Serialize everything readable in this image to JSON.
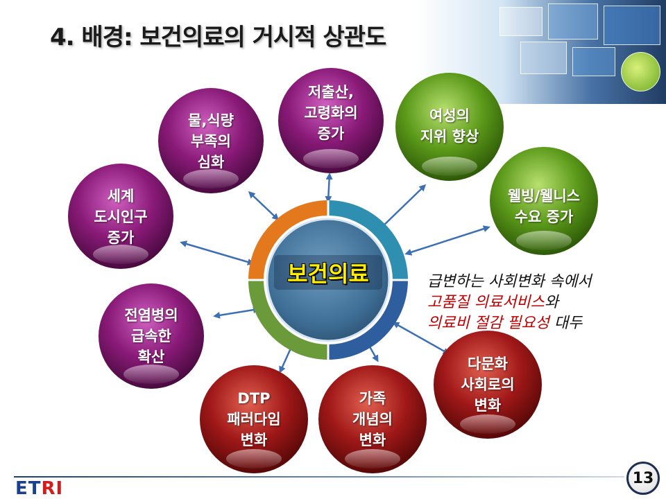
{
  "title": "4. 배경: 보건의료의 거시적 상관도",
  "center": "보건의료",
  "nodes": [
    {
      "id": "water-food",
      "label": "물,식량\n부족의\n심화",
      "color": "purple"
    },
    {
      "id": "birthrate-aging",
      "label": "저출산,\n고령화의\n증가",
      "color": "purple"
    },
    {
      "id": "women-status",
      "label": "여성의\n지위 향상",
      "color": "green"
    },
    {
      "id": "wellbeing",
      "label": "웰빙/웰니스\n수요 증가",
      "color": "green"
    },
    {
      "id": "urban-population",
      "label": "세계\n도시인구\n증가",
      "color": "purple"
    },
    {
      "id": "epidemic",
      "label": "전염병의\n급속한\n확산",
      "color": "purple"
    },
    {
      "id": "dtp-paradigm",
      "label": "DTP\n패러다임\n변화",
      "color": "red"
    },
    {
      "id": "family-concept",
      "label": "가족\n개념의\n변화",
      "color": "red"
    },
    {
      "id": "multicultural",
      "label": "다문화\n사회로의\n변화",
      "color": "red"
    }
  ],
  "note": {
    "line1": "급변하는 사회변화 속에서",
    "line2_red": "고품질 의료서비스",
    "line2_black": "와",
    "line3_red": "의료비 절감 필요성",
    "line3_black": " 대두"
  },
  "footer": {
    "logo_main": "ET",
    "logo_accent": "RI",
    "page_number": "13"
  },
  "colors": {
    "purple": "#8a1a78",
    "green": "#5c9a1a",
    "red": "#a01818",
    "arrow": "#3d6fb4",
    "ring_orange": "#e3781d",
    "ring_teal": "#2f8fb0",
    "ring_blue": "#2f5e9e",
    "ring_green": "#6a9a3a"
  }
}
